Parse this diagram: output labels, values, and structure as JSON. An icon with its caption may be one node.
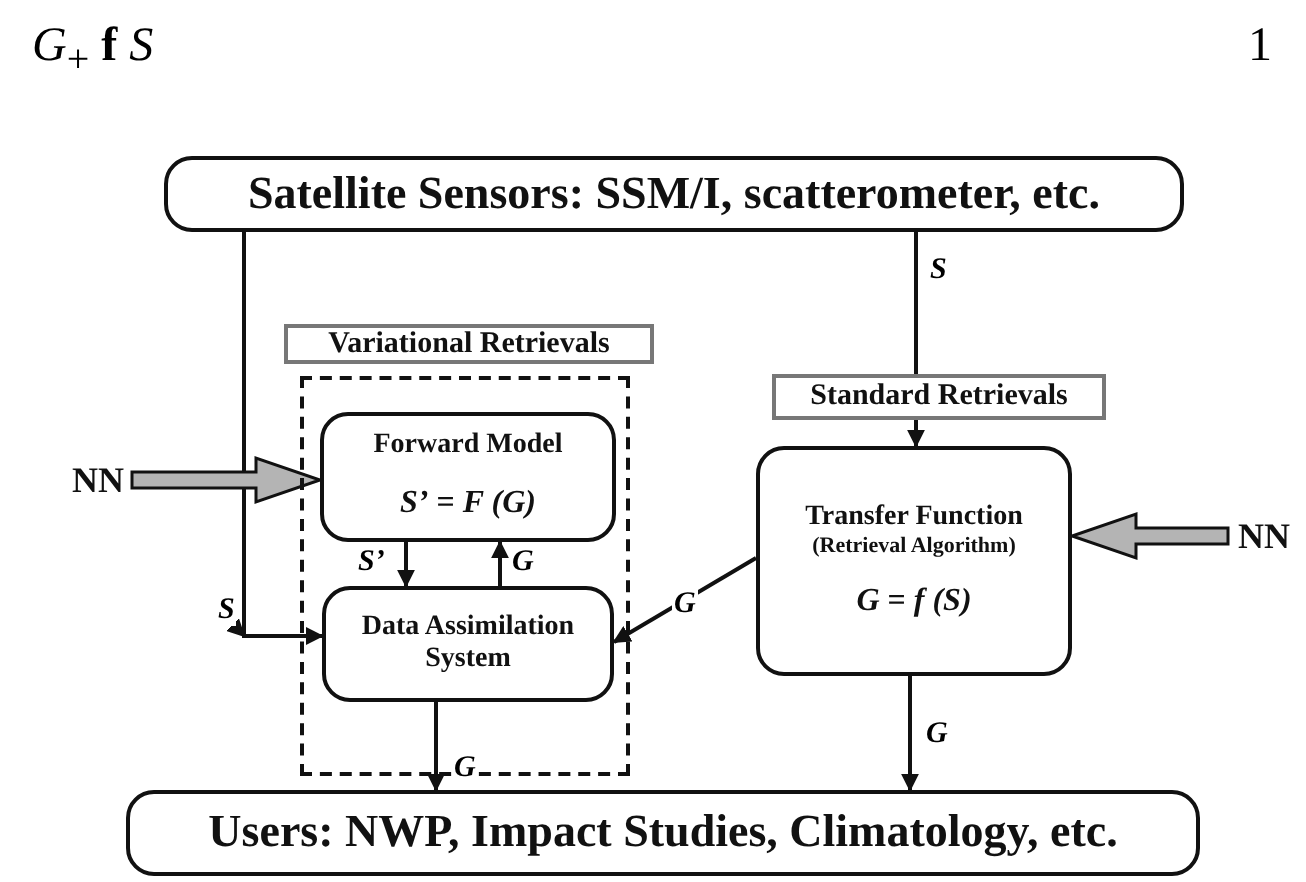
{
  "diagram": {
    "nodes": [
      {
        "text": [
          "Satellite Sensors: SSM/I, scatterometer, etc."
        ]
      },
      {
        "text": [
          "Variational Retrievals"
        ]
      },
      {
        "text": [],
        "shape": "box"
      },
      {
        "text": [
          "Forward Model",
          "*S’* = *F (G)*"
        ],
        "in": 2
      },
      {
        "text": [
          "Data Assimilation System"
        ],
        "in": 2
      },
      {
        "text": [
          "Standard Retrievals"
        ]
      },
      {
        "text": [
          "Transfer Function",
          "(Retrieval Algorithm)",
          "*G* = *f (S)*"
        ]
      },
      {
        "text": [
          "Users: NWP, Impact Studies, Climatology, etc."
        ]
      },
      {
        "text": [
          "NN"
        ]
      },
      {
        "text": [
          "NN"
        ]
      }
    ],
    "edges": [
      {
        "from": 0,
        "to": 4,
        "arrow": "to",
        "label": "S"
      },
      {
        "from": 0,
        "to": 5,
        "arrow": "none",
        "label": "S"
      },
      {
        "from": 5,
        "to": 6,
        "arrow": "to"
      },
      {
        "from": 8,
        "to": 3,
        "arrow": "to",
        "style": "thick",
        "color": "#b4b4b4"
      },
      {
        "from": 9,
        "to": 6,
        "arrow": "to",
        "style": "thick",
        "color": "#b4b4b4"
      },
      {
        "from": 3,
        "to": 4,
        "arrow": "to",
        "label": "S’"
      },
      {
        "from": 4,
        "to": 3,
        "arrow": "to",
        "label": "G"
      },
      {
        "from": 6,
        "to": 4,
        "arrow": "to",
        "label": "G"
      },
      {
        "from": 4,
        "to": 7,
        "arrow": "to",
        "label": "G"
      },
      {
        "from": 6,
        "to": 7,
        "arrow": "to",
        "label": "G"
      }
    ],
    "labels": [
      "*G*$_{+}$ **f** *S*",
      "1"
    ]
  }
}
